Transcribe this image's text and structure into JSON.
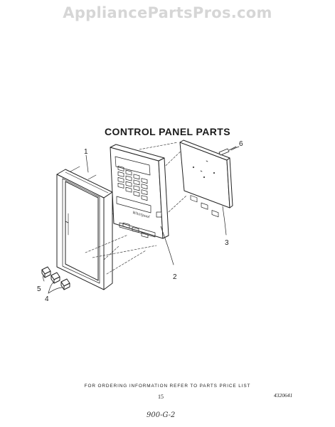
{
  "watermark": "AppliancePartsPros.com",
  "title": "CONTROL PANEL PARTS",
  "callouts": {
    "c1": "1",
    "c2": "2",
    "c3": "3",
    "c4": "4",
    "c5": "5",
    "c6": "6"
  },
  "panel_logo": "Whirlpool",
  "footer": {
    "note": "FOR ORDERING INFORMATION REFER TO PARTS PRICE LIST",
    "page": "15",
    "code": "4320641",
    "handwritten": "900-G-2"
  }
}
